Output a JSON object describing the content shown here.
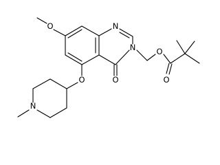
{
  "molecule": {
    "atoms": {
      "methoxy_o": "O",
      "n1": "N",
      "n3": "N",
      "ester_o": "O",
      "carbonyl_o": "O",
      "c4_o": "O",
      "ether_o": "O",
      "piperidine_n": "N"
    }
  }
}
